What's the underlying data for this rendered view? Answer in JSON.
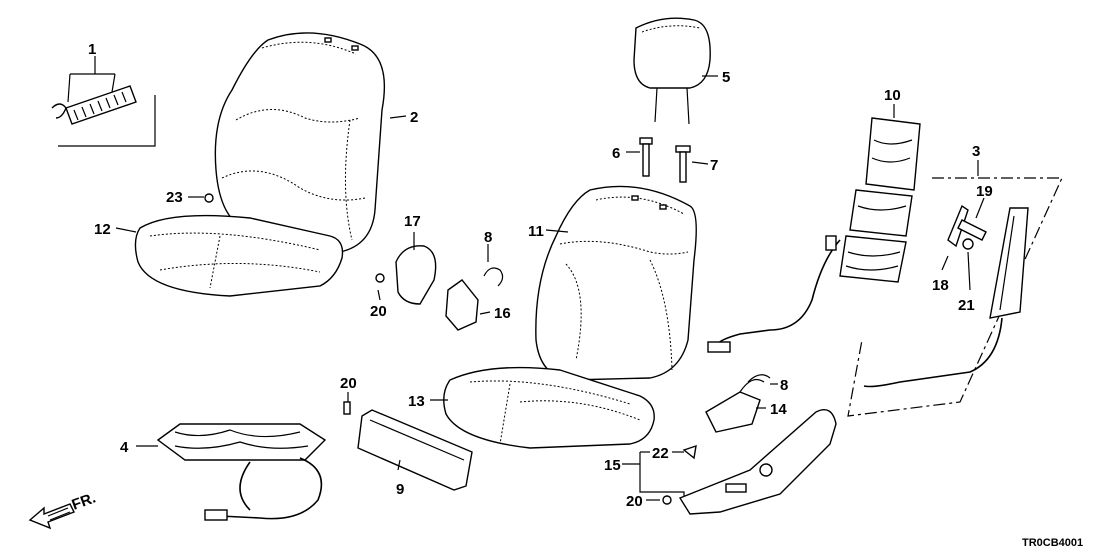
{
  "parts": {
    "p1": "1",
    "p2": "2",
    "p3": "3",
    "p4": "4",
    "p5": "5",
    "p6": "6",
    "p7": "7",
    "p8a": "8",
    "p8b": "8",
    "p9": "9",
    "p10": "10",
    "p11": "11",
    "p12": "12",
    "p13": "13",
    "p14": "14",
    "p15": "15",
    "p16": "16",
    "p17": "17",
    "p18": "18",
    "p19": "19",
    "p20a": "20",
    "p20b": "20",
    "p20c": "20",
    "p21": "21",
    "p22": "22",
    "p23": "23"
  },
  "front_arrow_label": "FR.",
  "diagram_code": "TR0CB4001"
}
